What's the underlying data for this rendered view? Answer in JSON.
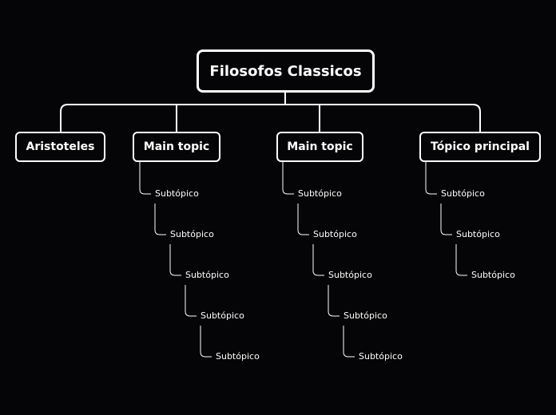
{
  "root": {
    "label": "Filosofos Classicos"
  },
  "topics": [
    {
      "label": "Aristoteles",
      "subtopics": []
    },
    {
      "label": "Main topic",
      "subtopics": [
        "Subtópico",
        "Subtópico",
        "Subtópico",
        "Subtópico",
        "Subtópico"
      ]
    },
    {
      "label": "Main topic",
      "subtopics": [
        "Subtópico",
        "Subtópico",
        "Subtópico",
        "Subtópico",
        "Subtópico"
      ]
    },
    {
      "label": "Tópico principal",
      "subtopics": [
        "Subtópico",
        "Subtópico",
        "Subtópico"
      ]
    }
  ],
  "colors": {
    "background": "#050507",
    "line": "#ffffff",
    "text": "#ffffff"
  }
}
